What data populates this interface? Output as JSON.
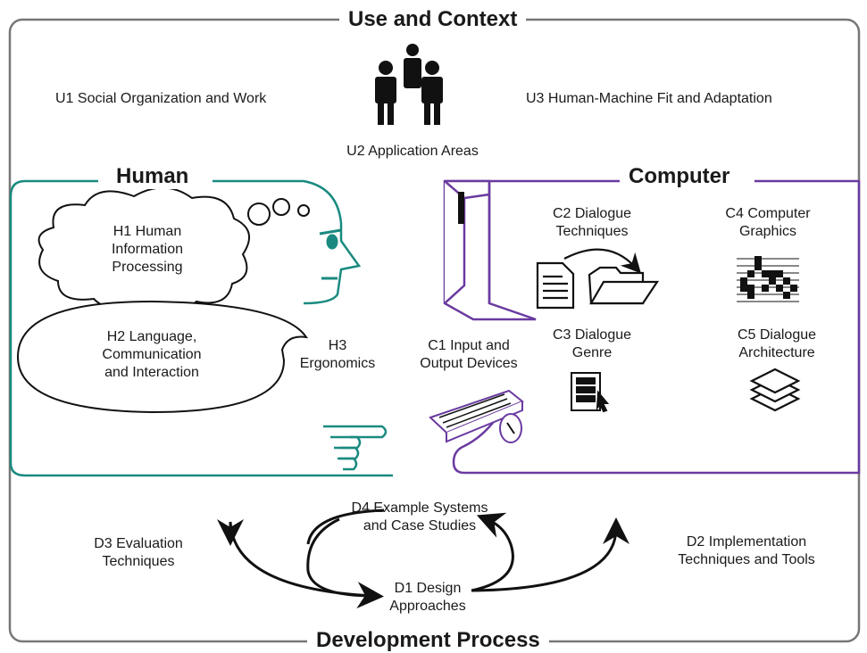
{
  "frame": {
    "title_top": "Use and Context",
    "title_bottom": "Development Process",
    "colors": {
      "frame": "#777777",
      "human": "#1a8a80",
      "computer": "#6a3aa0",
      "ink": "#111111"
    }
  },
  "use_context": {
    "u1": "U1 Social Organization and Work",
    "u2": "U2 Application Areas",
    "u3": "U3 Human-Machine Fit and Adaptation",
    "icon": "people-group-icon"
  },
  "human": {
    "title": "Human",
    "h1": "H1 Human\nInformation\nProcessing",
    "h2": "H2 Language,\nCommunication\nand Interaction",
    "h3": "H3\nErgonomics"
  },
  "computer": {
    "title": "Computer",
    "c1": "C1 Input and\nOutput Devices",
    "c2": "C2 Dialogue\nTechniques",
    "c3": "C3 Dialogue\nGenre",
    "c4": "C4 Computer\nGraphics",
    "c5": "C5 Dialogue\nArchitecture"
  },
  "development": {
    "d1": "D1 Design\nApproaches",
    "d2": "D2 Implementation\nTechniques and Tools",
    "d3": "D3 Evaluation\nTechniques",
    "d4": "D4 Example Systems\nand Case Studies"
  }
}
